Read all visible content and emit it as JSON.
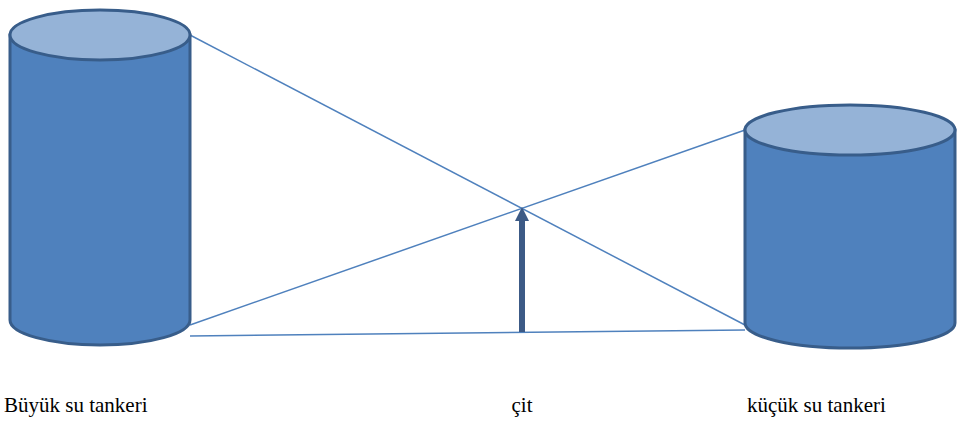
{
  "diagram": {
    "labels": [
      "Büyük su tankeri",
      "çit",
      "küçük su tankeri"
    ]
  }
}
